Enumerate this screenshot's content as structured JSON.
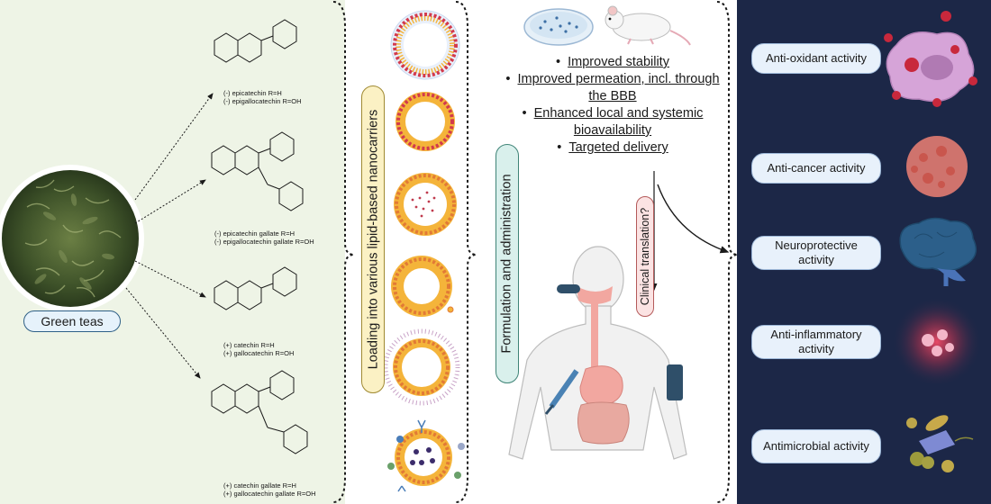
{
  "source": {
    "label": "Green teas"
  },
  "catechins": [
    {
      "lines": [
        "(-) epicatechin R=H",
        "(-) epigallocatechin R=OH"
      ]
    },
    {
      "lines": [
        "(-) epicatechin gallate R=H",
        "(-) epigallocatechin gallate R=OH"
      ]
    },
    {
      "lines": [
        "(+) catechin R=H",
        "(+) gallocatechin R=OH"
      ]
    },
    {
      "lines": [
        "(+) catechin gallate R=H",
        "(+) gallocatechin gallate R=OH"
      ]
    }
  ],
  "loading": {
    "label": "Loading into various lipid-based nanocarriers"
  },
  "formulation": {
    "label": "Formulation and administration"
  },
  "benefits": [
    "Improved stability",
    "Improved permeation, incl. through the BBB",
    "Enhanced local and systemic bioavailability",
    "Targeted delivery"
  ],
  "clinical": {
    "label": "Clinical translation?"
  },
  "activities": [
    {
      "label": "Anti-oxidant activity"
    },
    {
      "label": "Anti-cancer activity"
    },
    {
      "label": "Neuroprotective activity"
    },
    {
      "label": "Anti-inflammatory activity"
    },
    {
      "label": "Antimicrobial activity"
    }
  ],
  "colors": {
    "panel1_bg": "#eef4e6",
    "panel2_bg": "#ffffff",
    "panel4_bg": "#1c2747",
    "loading_pill": "#fbf1c4",
    "formulation_pill": "#d9f0ec",
    "clinical_pill": "#fbe3e3"
  }
}
